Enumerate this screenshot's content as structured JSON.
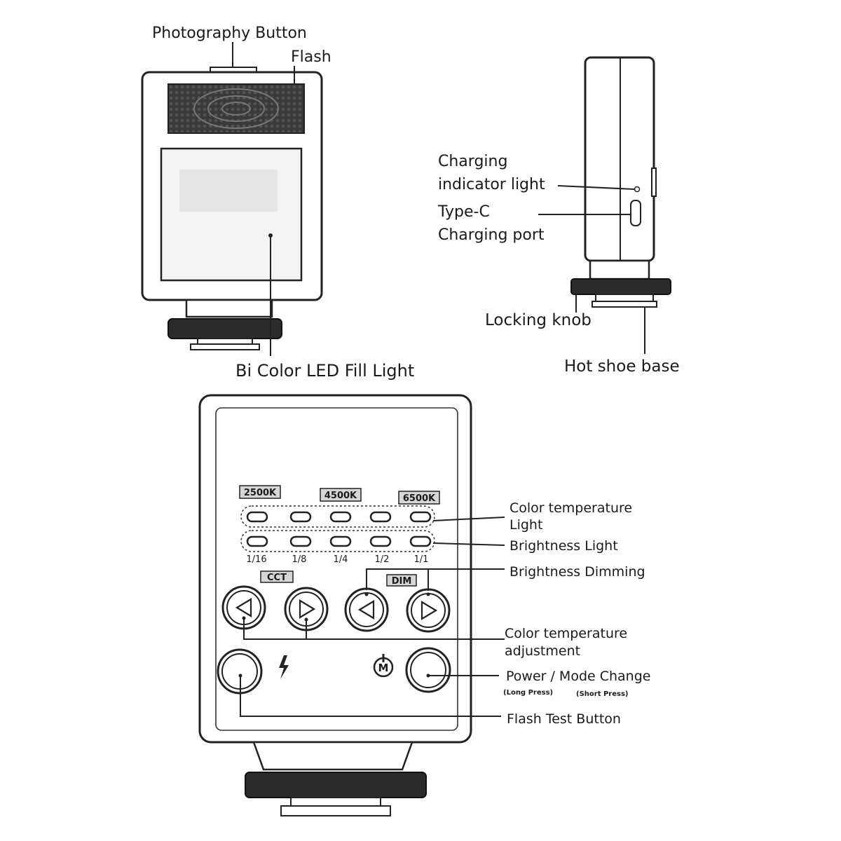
{
  "front_view": {
    "photography_button": "Photography Button",
    "flash": "Flash",
    "fill_light": "Bi Color LED Fill Light"
  },
  "side_view": {
    "charging_indicator_line1": "Charging",
    "charging_indicator_line2": "indicator light",
    "type_c_line1": "Type-C",
    "type_c_line2": "Charging port",
    "locking_knob": "Locking knob",
    "hot_shoe_base": "Hot shoe base"
  },
  "back_view": {
    "cct_badges": [
      "2500K",
      "4500K",
      "6500K"
    ],
    "brightness_marks": [
      "1/16",
      "1/8",
      "1/4",
      "1/2",
      "1/1"
    ],
    "cct_button_label": "CCT",
    "dim_button_label": "DIM",
    "color_temp_light_line1": "Color temperature",
    "color_temp_light_line2": "Light",
    "brightness_light": "Brightness  Light",
    "brightness_dimming": "Brightness  Dimming",
    "color_temp_adjust_line1": "Color temperature",
    "color_temp_adjust_line2": "adjustment",
    "power_mode": "Power / Mode Change",
    "long_press": "(Long Press)",
    "short_press": "(Short Press)",
    "flash_test": "Flash Test Button",
    "mode_glyph": "M",
    "flash_icon": "lightning-bolt-icon",
    "power_icon": "power-icon",
    "left_arrow_icon": "triangle-left-icon",
    "right_arrow_icon": "triangle-right-icon"
  }
}
